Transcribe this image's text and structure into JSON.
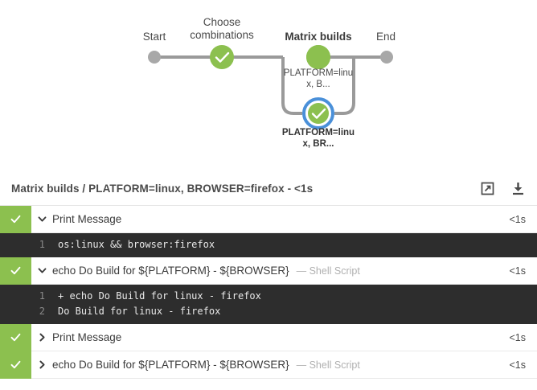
{
  "pipeline": {
    "stages": [
      {
        "label": "Start",
        "current": false
      },
      {
        "label": "Choose\ncombinations",
        "current": false
      },
      {
        "label": "Matrix builds",
        "current": true
      },
      {
        "label": "End",
        "current": false
      }
    ],
    "branch_nodes": [
      {
        "label": "PLATFORM=linu\nx, B...",
        "selected": false,
        "status": "success"
      },
      {
        "label": "PLATFORM=linu\nx, BR...",
        "selected": true,
        "status": "success"
      }
    ],
    "colors": {
      "success": "#8cc04f",
      "selection_ring": "#4a90d9",
      "connector": "#9a9a9a",
      "endpoint": "#a8a8a8"
    }
  },
  "result_header": {
    "title": "Matrix builds / PLATFORM=linux, BROWSER=firefox - <1s",
    "actions": [
      {
        "name": "open-in-new-icon",
        "label": "Open log in new window"
      },
      {
        "name": "download-icon",
        "label": "Download log"
      }
    ]
  },
  "steps": [
    {
      "status": "success",
      "expanded": true,
      "name": "Print Message",
      "type": "",
      "duration": "<1s",
      "log": [
        {
          "n": "1",
          "text": "os:linux && browser:firefox"
        }
      ]
    },
    {
      "status": "success",
      "expanded": true,
      "name": "echo Do Build for ${PLATFORM} - ${BROWSER}",
      "type": "— Shell Script",
      "duration": "<1s",
      "log": [
        {
          "n": "1",
          "text": "+ echo Do Build for linux - firefox"
        },
        {
          "n": "2",
          "text": "Do Build for linux - firefox"
        }
      ]
    },
    {
      "status": "success",
      "expanded": false,
      "name": "Print Message",
      "type": "",
      "duration": "<1s",
      "log": []
    },
    {
      "status": "success",
      "expanded": false,
      "name": "echo Do Build for ${PLATFORM} - ${BROWSER}",
      "type": "— Shell Script",
      "duration": "<1s",
      "log": []
    }
  ]
}
